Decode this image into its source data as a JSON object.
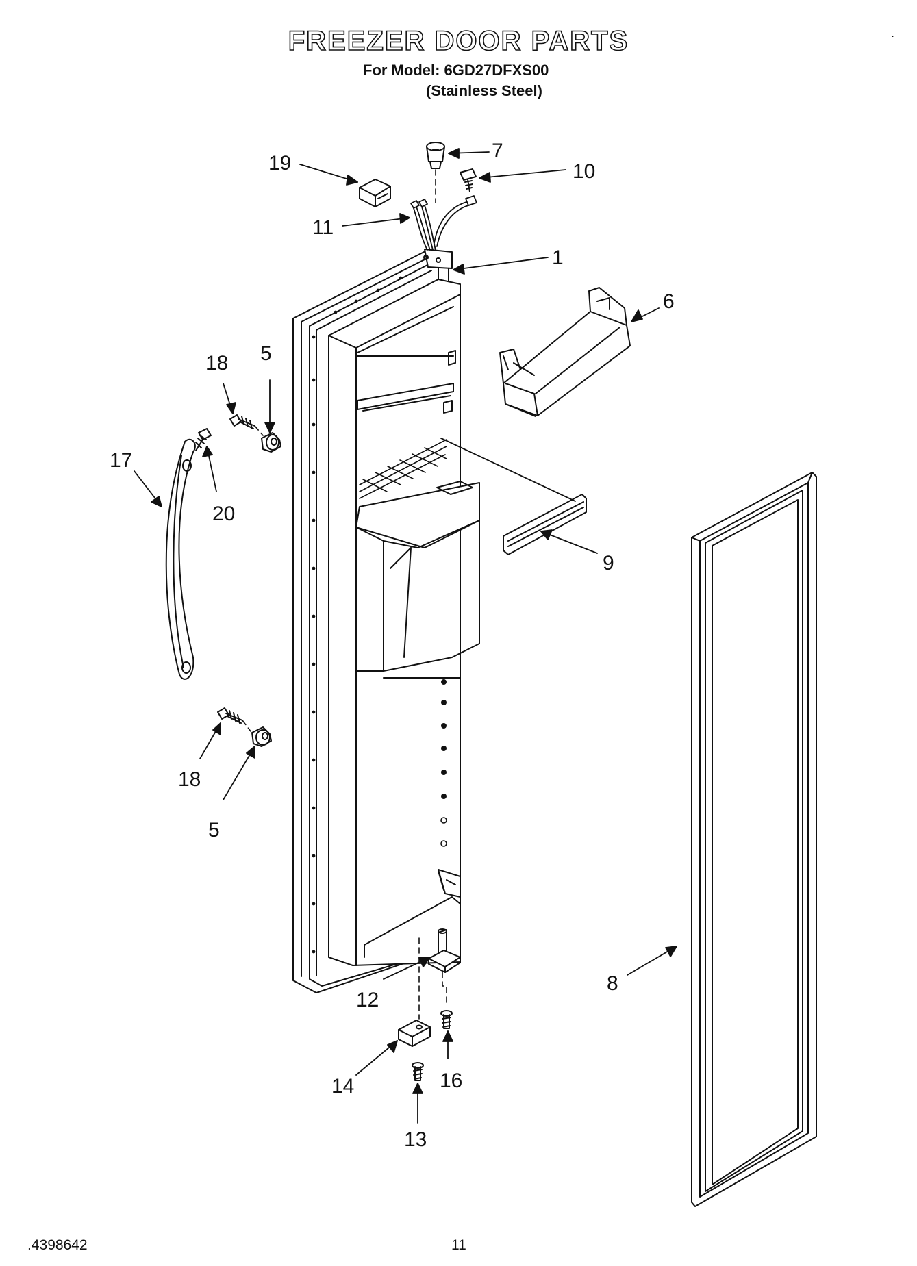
{
  "header": {
    "title": "FREEZER DOOR PARTS",
    "model_line": "For Model: 6GD27DFXS00",
    "finish_line": "(Stainless Steel)"
  },
  "footer": {
    "doc_number": "4398642",
    "page_number": "11"
  },
  "callouts": {
    "p1": "1",
    "p5a": "5",
    "p5b": "5",
    "p6": "6",
    "p7": "7",
    "p8": "8",
    "p9": "9",
    "p10": "10",
    "p11": "11",
    "p12": "12",
    "p13": "13",
    "p14": "14",
    "p16": "16",
    "p17": "17",
    "p18a": "18",
    "p18b": "18",
    "p19": "19",
    "p20": "20"
  }
}
